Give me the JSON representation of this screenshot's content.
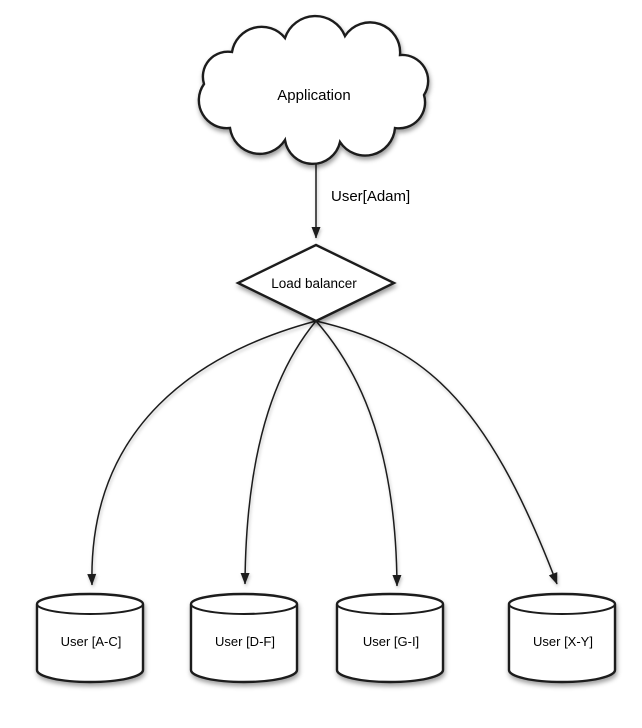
{
  "diagram": {
    "background": "#ffffff",
    "stroke_color": "#1c1c1c",
    "node_fill": "#ffffff",
    "text_color": "#000000",
    "nodes": {
      "application": {
        "label": "Application",
        "shape": "cloud"
      },
      "load_balancer": {
        "label": "Load balancer",
        "shape": "diamond"
      },
      "shards": [
        {
          "label": "User [A-C]",
          "shape": "cylinder"
        },
        {
          "label": "User [D-F]",
          "shape": "cylinder"
        },
        {
          "label": "User [G-I]",
          "shape": "cylinder"
        },
        {
          "label": "User [X-Y]",
          "shape": "cylinder"
        }
      ]
    },
    "edges": [
      {
        "from": "application",
        "to": "load_balancer",
        "label": "User[Adam]",
        "style": "straight-arrow"
      },
      {
        "from": "load_balancer",
        "to": "shards.0",
        "label": "",
        "style": "curved-arrow"
      },
      {
        "from": "load_balancer",
        "to": "shards.1",
        "label": "",
        "style": "curved-arrow"
      },
      {
        "from": "load_balancer",
        "to": "shards.2",
        "label": "",
        "style": "curved-arrow"
      },
      {
        "from": "load_balancer",
        "to": "shards.3",
        "label": "",
        "style": "curved-arrow"
      }
    ]
  }
}
